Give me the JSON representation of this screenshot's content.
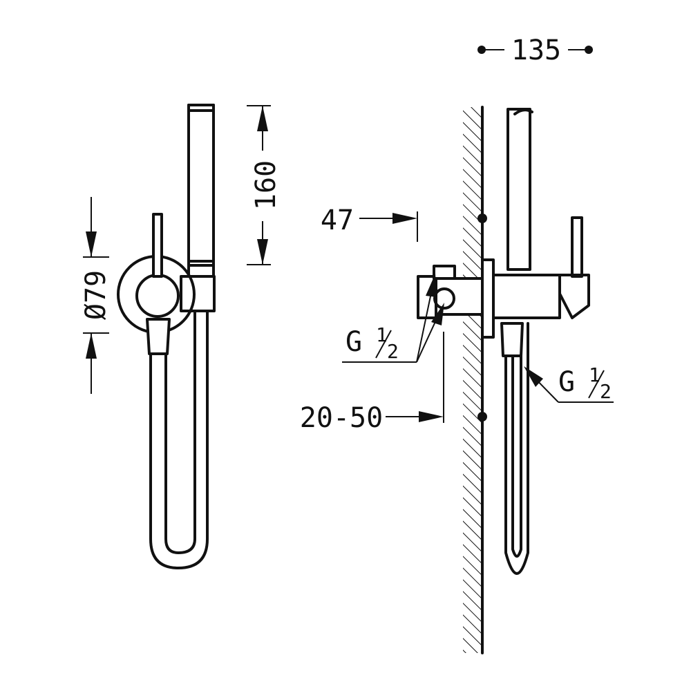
{
  "dimensions": {
    "width_total": "135",
    "handshower_height": "160",
    "plate_diameter": "Ø79",
    "wall_offset": "47",
    "embed_depth": "20-50"
  },
  "threads": {
    "inlet": {
      "main": "G",
      "fraction_num": "1",
      "fraction_den": "2"
    },
    "outlet": {
      "main": "G",
      "fraction_num": "1",
      "fraction_den": "2"
    }
  },
  "colors": {
    "line": "#111111",
    "background": "#ffffff"
  }
}
